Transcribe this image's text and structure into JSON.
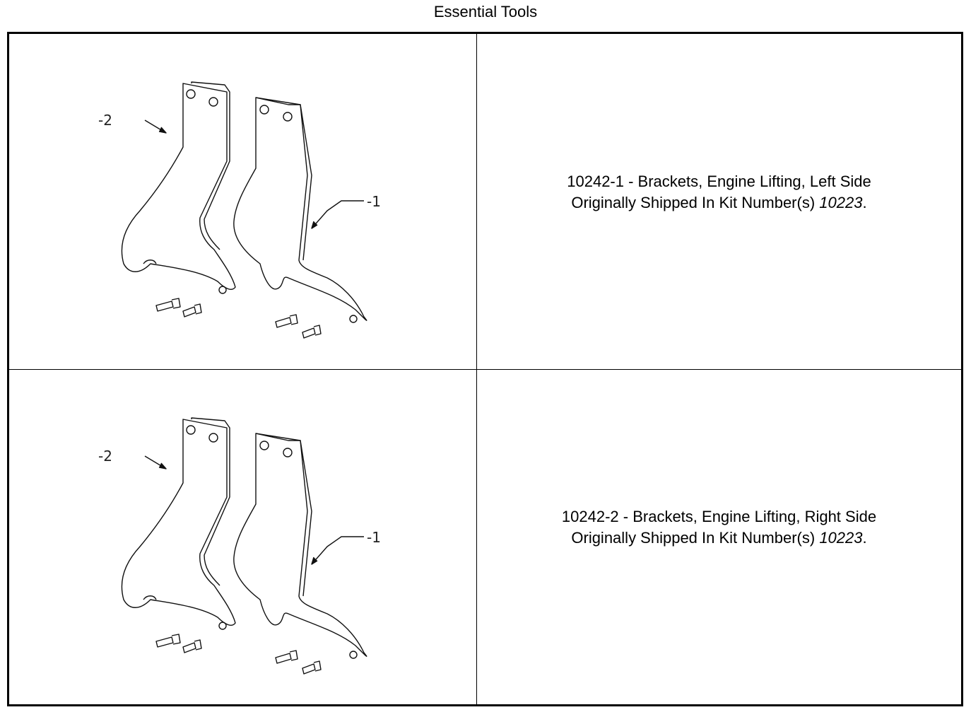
{
  "page": {
    "title": "Essential Tools"
  },
  "tools": [
    {
      "callouts": [
        "-2",
        "-1"
      ],
      "description": "10242-1 - Brackets, Engine Lifting, Left Side",
      "shipped_prefix": "Originally Shipped In Kit Number(s)",
      "kit_number": "10223",
      "kit_suffix": "."
    },
    {
      "callouts": [
        "-2",
        "-1"
      ],
      "description": "10242-2 - Brackets, Engine Lifting, Right Side",
      "shipped_prefix": "Originally Shipped In Kit Number(s)",
      "kit_number": "10223",
      "kit_suffix": "."
    }
  ]
}
